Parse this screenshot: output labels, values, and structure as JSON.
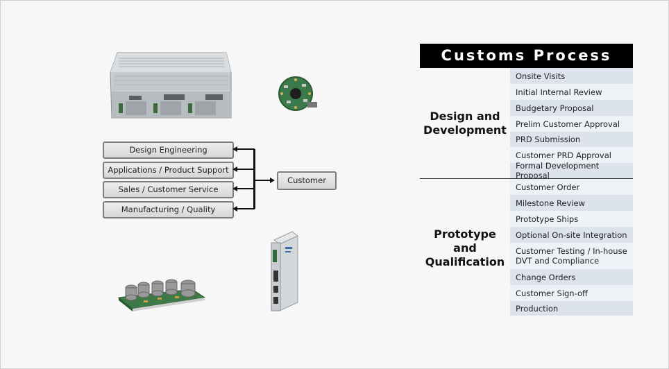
{
  "departments": [
    "Design Engineering",
    "Applications / Product Support",
    "Sales / Customer Service",
    "Manufacturing  / Quality"
  ],
  "customer_label": "Customer",
  "table": {
    "title": "Customs Process",
    "phases": [
      {
        "name_line1": "Design and",
        "name_line2": "Development",
        "steps": [
          "Onsite Visits",
          "Initial Internal Review",
          "Budgetary Proposal",
          "Prelim Customer Approval",
          "PRD Submission",
          "Customer PRD Approval",
          "Formal Development Proposal"
        ]
      },
      {
        "name_line1": "Prototype",
        "name_line2": "and",
        "name_line3": "Qualification",
        "steps": [
          "Customer Order",
          "Milestone Review",
          "Prototype Ships",
          "Optional On-site Integration",
          "Customer Testing / In-house",
          "DVT and Compliance",
          "Change Orders",
          "Customer Sign-off",
          "Production"
        ]
      }
    ]
  },
  "colors": {
    "title_bg": "#000000",
    "row_dark": "#dce3ed",
    "row_light": "#eef1f6"
  }
}
